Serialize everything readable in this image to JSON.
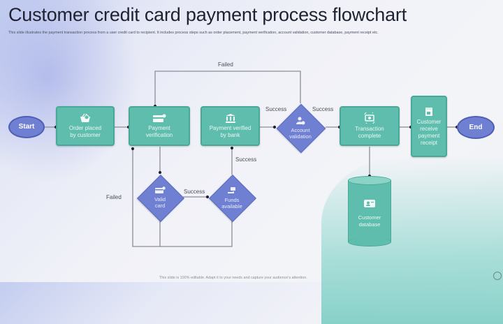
{
  "header": {
    "title": "Customer credit card payment process flowchart",
    "subtitle": "This slide illustrates the payment transaction process from a user credit card to recipient. It includes process steps such as order placement, payment verification, account validation, customer database, payment receipt etc."
  },
  "footer": {
    "text": "This slide is 100% editable. Adapt it to your needs and capture your audience's attention."
  },
  "colors": {
    "process_box": "#5fbdad",
    "decision_diamond": "#6f80d3",
    "terminal_oval": "#6f7fd2",
    "connector": "#8a8e98"
  },
  "nodes": {
    "start": {
      "label": "Start",
      "type": "terminal"
    },
    "order_placed": {
      "label_line1": "Order placed",
      "label_line2": "by customer",
      "icon": "shopping-basket-icon",
      "type": "process"
    },
    "payment_verification": {
      "label_line1": "Payment",
      "label_line2": "verification",
      "icon": "credit-card-icon",
      "type": "process"
    },
    "payment_verified_bank": {
      "label_line1": "Payment verified",
      "label_line2": "by bank",
      "icon": "bank-icon",
      "type": "process"
    },
    "account_validation": {
      "label_line1": "Account",
      "label_line2": "validation",
      "icon": "user-check-icon",
      "type": "decision"
    },
    "transaction_complete": {
      "label_line1": "Transaction",
      "label_line2": "complete",
      "icon": "money-exchange-icon",
      "type": "process"
    },
    "customer_receipt": {
      "label_line1": "Customer",
      "label_line2": "receive",
      "label_line3": "payment",
      "label_line4": "receipt",
      "icon": "receipt-icon",
      "type": "process"
    },
    "end": {
      "label": "End",
      "type": "terminal"
    },
    "valid_card": {
      "label_line1": "Valid",
      "label_line2": "card",
      "icon": "card-check-icon",
      "type": "decision"
    },
    "funds_available": {
      "label_line1": "Funds",
      "label_line2": "available",
      "icon": "hand-money-icon",
      "type": "decision"
    },
    "customer_database": {
      "label_line1": "Customer",
      "label_line2": "database",
      "icon": "id-card-icon",
      "type": "datastore"
    }
  },
  "edge_labels": {
    "failed_top": "Failed",
    "success_bank_to_account": "Success",
    "success_account_to_transaction": "Success",
    "success_funds_to_bank": "Success",
    "success_valid_to_funds": "Success",
    "failed_left": "Failed"
  }
}
